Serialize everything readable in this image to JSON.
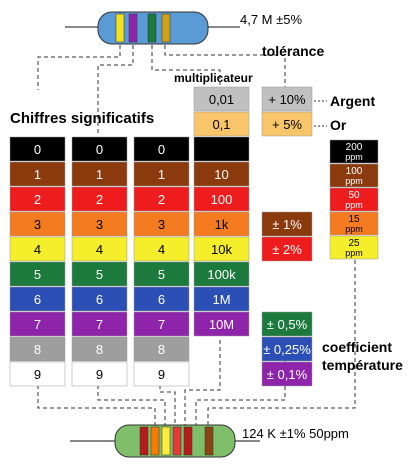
{
  "top_resistor": {
    "value_label": "4,7 M ±5%",
    "body_color": "#5b9bd5",
    "bands": [
      "#f0e020",
      "#8e24aa",
      "#1b7a3c",
      "#d4a017"
    ]
  },
  "bottom_resistor": {
    "value_label": "124 K ±1% 50ppm",
    "body_color": "#7fbf6a",
    "bands": [
      "#b71c1c",
      "#f57c00",
      "#ffeb3b",
      "#e53935",
      "#b71c1c",
      "#8b4513"
    ]
  },
  "labels": {
    "tolerance": "tolérance",
    "multiplier": "multiplicateur",
    "significant_digits": "Chiffres significatifs",
    "silver": "Argent",
    "gold": "Or",
    "temp_coeff_line1": "coefficient",
    "temp_coeff_line2": "température"
  },
  "digit_rows": [
    {
      "text": "0",
      "bg": "#000000",
      "fg": "#ffffff"
    },
    {
      "text": "1",
      "bg": "#8b3a0e",
      "fg": "#ffffff"
    },
    {
      "text": "2",
      "bg": "#ee1c1c",
      "fg": "#ffffff"
    },
    {
      "text": "3",
      "bg": "#f57b20",
      "fg": "#000000"
    },
    {
      "text": "4",
      "bg": "#f5ee2a",
      "fg": "#000000"
    },
    {
      "text": "5",
      "bg": "#1b7a3c",
      "fg": "#ffffff"
    },
    {
      "text": "6",
      "bg": "#2b4fb4",
      "fg": "#ffffff"
    },
    {
      "text": "7",
      "bg": "#8e24aa",
      "fg": "#ffffff"
    },
    {
      "text": "8",
      "bg": "#9e9e9e",
      "fg": "#ffffff"
    },
    {
      "text": "9",
      "bg": "#ffffff",
      "fg": "#000000"
    }
  ],
  "multiplier_rows": [
    {
      "text": "0,01",
      "bg": "#c0c0c0",
      "fg": "#000000"
    },
    {
      "text": "0,1",
      "bg": "#f9c56a",
      "fg": "#000000"
    },
    {
      "text": "",
      "bg": "#000000",
      "fg": "#ffffff"
    },
    {
      "text": "10",
      "bg": "#8b3a0e",
      "fg": "#ffffff"
    },
    {
      "text": "100",
      "bg": "#ee1c1c",
      "fg": "#ffffff"
    },
    {
      "text": "1k",
      "bg": "#f57b20",
      "fg": "#000000"
    },
    {
      "text": "10k",
      "bg": "#f5ee2a",
      "fg": "#000000"
    },
    {
      "text": "100k",
      "bg": "#1b7a3c",
      "fg": "#ffffff"
    },
    {
      "text": "1M",
      "bg": "#2b4fb4",
      "fg": "#ffffff"
    },
    {
      "text": "10M",
      "bg": "#8e24aa",
      "fg": "#ffffff"
    }
  ],
  "tolerance_rows": [
    {
      "text": "+ 10%",
      "bg": "#c0c0c0",
      "fg": "#000000",
      "row": 0
    },
    {
      "text": "+ 5%",
      "bg": "#f9c56a",
      "fg": "#000000",
      "row": 1
    },
    {
      "text": "± 1%",
      "bg": "#8b3a0e",
      "fg": "#ffffff",
      "row": 3
    },
    {
      "text": "± 2%",
      "bg": "#ee1c1c",
      "fg": "#ffffff",
      "row": 4
    },
    {
      "text": "± 0,5%",
      "bg": "#1b7a3c",
      "fg": "#ffffff",
      "row": 7
    },
    {
      "text": "± 0,25%",
      "bg": "#2b4fb4",
      "fg": "#ffffff",
      "row": 8
    },
    {
      "text": "± 0,1%",
      "bg": "#8e24aa",
      "fg": "#ffffff",
      "row": 9
    }
  ],
  "ppm_rows": [
    {
      "value": "200",
      "unit": "ppm",
      "bg": "#000000",
      "fg": "#ffffff"
    },
    {
      "value": "100",
      "unit": "ppm",
      "bg": "#8b3a0e",
      "fg": "#ffffff"
    },
    {
      "value": "50",
      "unit": "ppm",
      "bg": "#ee1c1c",
      "fg": "#ffffff"
    },
    {
      "value": "15",
      "unit": "ppm",
      "bg": "#f57b20",
      "fg": "#000000"
    },
    {
      "value": "25",
      "unit": "ppm",
      "bg": "#f5ee2a",
      "fg": "#000000"
    }
  ]
}
